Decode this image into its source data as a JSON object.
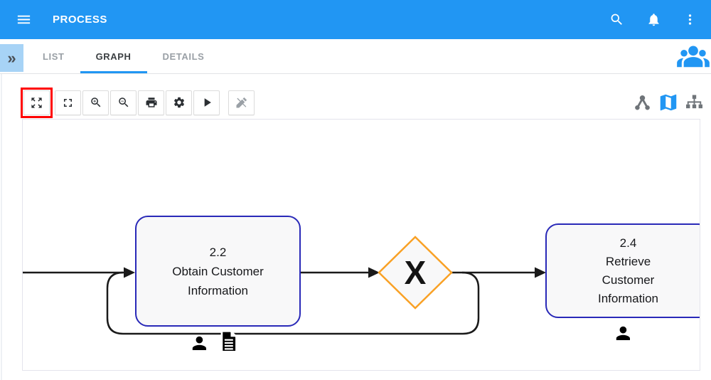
{
  "app_bar": {
    "title": "PROCESS",
    "icons": [
      "menu-icon",
      "search-icon",
      "notifications-icon",
      "more-vert-icon"
    ],
    "background": "#2196F3"
  },
  "tab_bar": {
    "expand_glyph": "»",
    "expand_button_bg": "#A7D3F6",
    "tabs": [
      {
        "label": "LIST",
        "active": false
      },
      {
        "label": "GRAPH",
        "active": true
      },
      {
        "label": "DETAILS",
        "active": false
      }
    ],
    "active_underline_color": "#2196F3",
    "right_icon": "people-icon"
  },
  "toolbar": {
    "buttons": [
      {
        "name": "fit-screen",
        "highlighted": true
      },
      {
        "name": "fullscreen"
      },
      {
        "name": "zoom-in"
      },
      {
        "name": "zoom-out"
      },
      {
        "name": "print"
      },
      {
        "name": "settings"
      },
      {
        "name": "play"
      },
      {
        "name": "edit-off",
        "disabled": true
      }
    ],
    "view_switch_icons": [
      {
        "name": "network-view",
        "color": "#6f7479"
      },
      {
        "name": "map-view",
        "color": "#2196F3",
        "active": true
      },
      {
        "name": "org-chart-view",
        "color": "#6f7479"
      }
    ]
  },
  "annotation": {
    "type": "highlight-box",
    "target": "fit-screen-button",
    "color": "#FF0000"
  },
  "diagram": {
    "tasks": [
      {
        "id": "2.2",
        "name": "Obtain Customer Information",
        "decorators": [
          "person-icon",
          "document-icon"
        ]
      },
      {
        "id": "2.4",
        "name": "Retrieve Customer Information",
        "decorators": [
          "person-icon"
        ]
      }
    ],
    "gateway": {
      "label": "X",
      "type": "exclusive",
      "border_color": "#F9A125"
    },
    "flows": [
      "start -> task 2.2",
      "task 2.2 -> gateway X",
      "gateway X -> task 2.4",
      "loop back after gateway -> before task 2.2"
    ],
    "task_border_color": "#2929B8",
    "line_color": "#1A1A1A"
  },
  "colors": {
    "app_bar_bg": "#2196F3",
    "accent": "#2196F3",
    "tab_inactive": "#9AA0A6",
    "tab_active": "#3C4043",
    "task_fill": "#F8F8F9",
    "highlight_box": "#FF0000"
  }
}
